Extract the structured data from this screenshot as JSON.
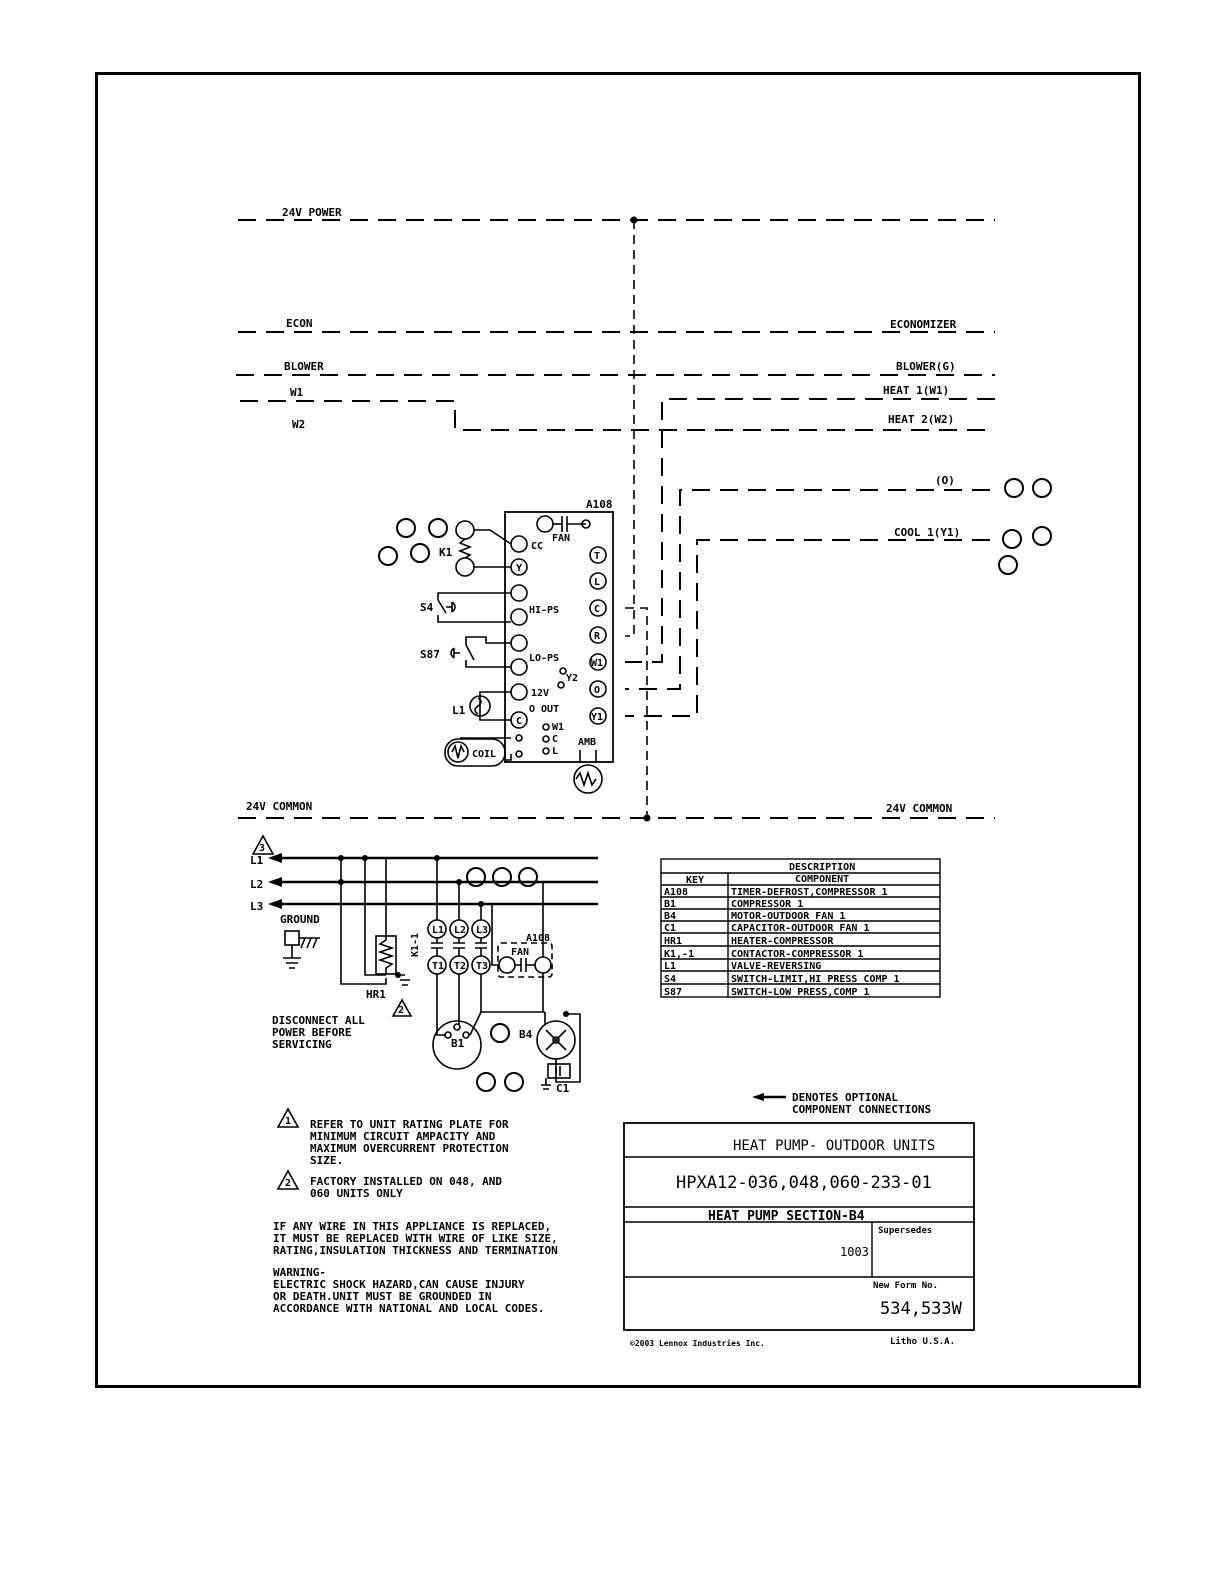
{
  "buses": {
    "power": "24V POWER",
    "econ_left": "ECON",
    "econ_right": "ECONOMIZER",
    "blower_left": "BLOWER",
    "blower_right": "BLOWER(G)",
    "w1_left": "W1",
    "w1_right": "HEAT 1(W1)",
    "w2_left": "W2",
    "w2_right": "HEAT 2(W2)",
    "o_right": "(O)",
    "cool_right": "COOL 1(Y1)",
    "common_left": "24V COMMON",
    "common_right": "24V COMMON"
  },
  "board": {
    "name": "A108",
    "fan": "FAN",
    "left_terminals": [
      "CC",
      "HI-PS",
      "LO-PS",
      "12V",
      "O OUT"
    ],
    "y2": "Y2",
    "jumpers": [
      "W1",
      "C",
      "L"
    ],
    "amb": "AMB",
    "right_terminals": [
      "T",
      "L",
      "C",
      "R",
      "W1",
      "O",
      "Y1"
    ],
    "coil": "COIL",
    "y_terminal": "Y",
    "c_terminal": "C"
  },
  "components": {
    "k1": "K1",
    "s4": "S4",
    "s87": "S87",
    "l1": "L1",
    "hr1": "HR1",
    "b1": "B1",
    "b4": "B4",
    "c1": "C1",
    "k1_contactor": "K1-1",
    "a108_fan": "A108",
    "fan_small": "FAN",
    "ground": "GROUND"
  },
  "lines": {
    "l1": "L1",
    "l2": "L2",
    "l3": "L3",
    "warn3": "3",
    "warn2": "2",
    "warn1": "1",
    "t1": "T1",
    "t2": "T2",
    "t3": "T3"
  },
  "notes": {
    "disconnect": [
      "DISCONNECT ALL",
      "POWER BEFORE",
      "SERVICING"
    ],
    "note1": [
      "REFER TO UNIT RATING PLATE FOR",
      "MINIMUM CIRCUIT AMPACITY AND",
      "MAXIMUM OVERCURRENT PROTECTION",
      "SIZE."
    ],
    "note2": [
      "FACTORY INSTALLED ON 048, AND",
      "060 UNITS ONLY"
    ],
    "wire_note": [
      "IF ANY WIRE IN THIS APPLIANCE IS REPLACED,",
      "IT MUST BE REPLACED WITH WIRE OF LIKE SIZE,",
      "RATING,INSULATION THICKNESS AND TERMINATION"
    ],
    "warning": [
      "WARNING-",
      "ELECTRIC SHOCK HAZARD,CAN CAUSE INJURY",
      "OR DEATH.UNIT MUST BE GROUNDED IN",
      "ACCORDANCE WITH NATIONAL AND LOCAL CODES."
    ],
    "optional": [
      "DENOTES OPTIONAL",
      "COMPONENT CONNECTIONS"
    ]
  },
  "legend": {
    "title": "DESCRIPTION",
    "col_key": "KEY",
    "col_component": "COMPONENT",
    "rows": [
      {
        "key": "A108",
        "component": "TIMER-DEFROST,COMPRESSOR 1"
      },
      {
        "key": "B1",
        "component": "COMPRESSOR 1"
      },
      {
        "key": "B4",
        "component": "MOTOR-OUTDOOR FAN 1"
      },
      {
        "key": "C1",
        "component": "CAPACITOR-OUTDOOR FAN 1"
      },
      {
        "key": "HR1",
        "component": "HEATER-COMPRESSOR"
      },
      {
        "key": "K1,-1",
        "component": "CONTACTOR-COMPRESSOR 1"
      },
      {
        "key": "L1",
        "component": "VALVE-REVERSING"
      },
      {
        "key": "S4",
        "component": "SWITCH-LIMIT,HI PRESS COMP 1"
      },
      {
        "key": "S87",
        "component": "SWITCH-LOW PRESS,COMP 1"
      }
    ]
  },
  "title_block": {
    "title": "HEAT PUMP- OUTDOOR UNITS",
    "model": "HPXA12-036,048,060-233-01",
    "section": "HEAT PUMP SECTION-B4",
    "supersedes_label": "Supersedes",
    "supersedes": "1003",
    "new_form_label": "New Form No.",
    "new_form": "534,533W",
    "copyright": "©2003 Lennox Industries Inc.",
    "litho": "Litho U.S.A."
  }
}
